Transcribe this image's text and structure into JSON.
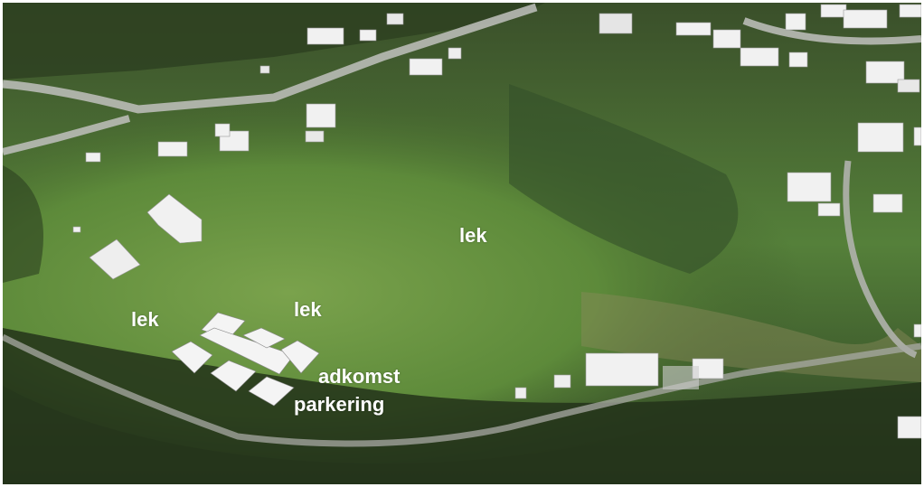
{
  "map": {
    "labels": {
      "lek_center": "lek",
      "lek_left": "lek",
      "lek_middle": "lek",
      "adkomst": "adkomst",
      "parkering": "parkering"
    },
    "colors": {
      "forest_dark": "#2b3d1f",
      "meadow_green": "#5d8a3a",
      "meadow_light": "#7aa24c",
      "road_gray": "#b9bbb6",
      "building_white": "#f1f1f1",
      "building_shade": "#c9c9c9",
      "label_white": "#ffffff"
    }
  }
}
